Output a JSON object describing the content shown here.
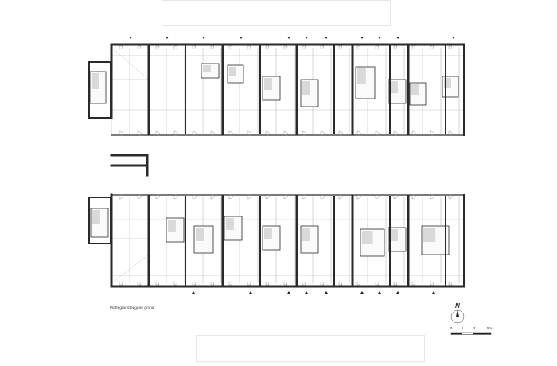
{
  "caption": "Plattegrond begane grond",
  "north": {
    "label": "N"
  },
  "scale": {
    "labels": [
      "0",
      "1",
      "2",
      "5m"
    ]
  },
  "colors": {
    "wall": "#2a2a2a",
    "thin": "#9a9a9a",
    "core": "#d9d9d9",
    "frame": "#e6e6e6"
  }
}
